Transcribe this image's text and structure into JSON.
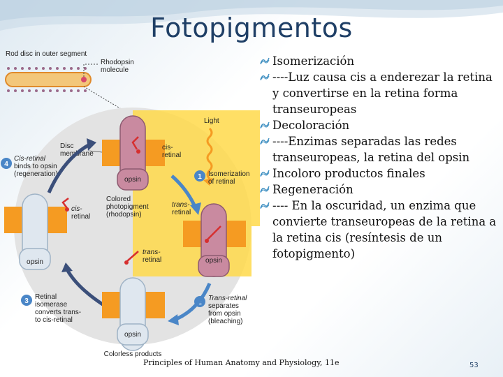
{
  "title": "Fotopigmentos",
  "bullets": [
    {
      "text": "Isomerización",
      "cont": []
    },
    {
      "text": "----Luz causa cis a enderezar la retina",
      "cont": [
        "y convertirse en la retina forma",
        "transeuropeas"
      ]
    },
    {
      "text": "Decoloración",
      "cont": []
    },
    {
      "text": "----Enzimas separadas las redes",
      "cont": [
        "transeuropeas, la retina del opsin"
      ]
    },
    {
      "text": "Incoloro productos finales",
      "cont": []
    },
    {
      "text": "Regeneración",
      "cont": []
    },
    {
      "text": "---- En la oscuridad, un enzima que",
      "cont": [
        "convierte transeuropeas de la retina a",
        "la retina cis (resíntesis de un",
        "fotopigmento)"
      ]
    }
  ],
  "figure": {
    "rod_disc_label": "Rod disc in outer segment",
    "rhodopsin_molecule": [
      "Rhodopsin",
      "molecule"
    ],
    "light": "Light",
    "disc_membrane": [
      "Disc",
      "membrane"
    ],
    "cis_retinal_top": [
      "cis-",
      "retinal"
    ],
    "opsin": "opsin",
    "step1": {
      "num": "1",
      "lines": [
        "Isomerization",
        "of retinal"
      ]
    },
    "colored": [
      "Colored",
      "photopigment",
      "(rhodopsin)"
    ],
    "trans_retinal_mid": [
      "trans-",
      "retinal"
    ],
    "step4": {
      "num": "4",
      "lines": [
        "Cis-retinal",
        "binds to opsin",
        "(regeneration)"
      ]
    },
    "cis_retinal_left": [
      "cis-",
      "retinal"
    ],
    "trans_retinal_free": [
      "trans-",
      "retinal"
    ],
    "step3": {
      "num": "3",
      "lines": [
        "Retinal",
        "isomerase",
        "converts trans-",
        "to cis-retinal"
      ]
    },
    "step2": {
      "num": "2",
      "lines": [
        "Trans-retinal",
        "separates",
        "from opsin",
        "(bleaching)"
      ]
    },
    "colorless": "Colorless products"
  },
  "footer": "Principles of Human Anatomy and Physiology, 11e",
  "page_number": "53",
  "colors": {
    "title": "#1f3f66",
    "yellow": "#ffd94a",
    "gray_circle": "#e3e3e3",
    "orange": "#f59b22",
    "blue_arrow": "#4a86c7",
    "dark_arrow": "#3b4f7a",
    "red": "#d62f2f"
  }
}
